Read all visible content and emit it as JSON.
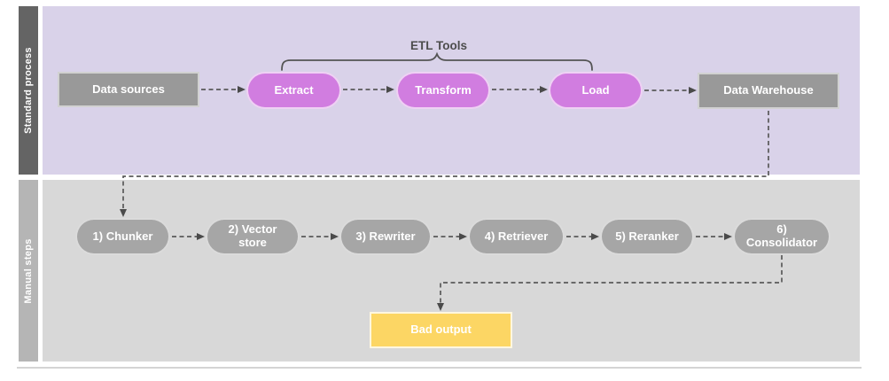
{
  "diagram": {
    "lanes": {
      "standard_process": {
        "label": "Standard process",
        "annotation": "ETL Tools",
        "nodes": {
          "data_sources": "Data sources",
          "extract": "Extract",
          "transform": "Transform",
          "load": "Load",
          "data_warehouse": "Data Warehouse"
        }
      },
      "manual_steps": {
        "label": "Manual steps",
        "nodes": {
          "chunker": "1) Chunker",
          "vector_store": "2) Vector store",
          "rewriter": "3) Rewriter",
          "retriever": "4) Retriever",
          "reranker": "5) Reranker",
          "consolidator": "6) Consolidator",
          "bad_output": "Bad output"
        }
      }
    },
    "colors": {
      "standard_lane_bg": "#d9d2e9",
      "manual_lane_bg": "#d8d8d8",
      "standard_label_bg": "#646464",
      "manual_label_bg": "#b5b5b5",
      "process_box_fill": "#999999",
      "etl_pill_fill": "#d17de0",
      "manual_pill_fill": "#a6a6a6",
      "bad_output_fill": "#fcd664",
      "connector_color": "#595959",
      "node_text_color": "#ffffff"
    }
  }
}
